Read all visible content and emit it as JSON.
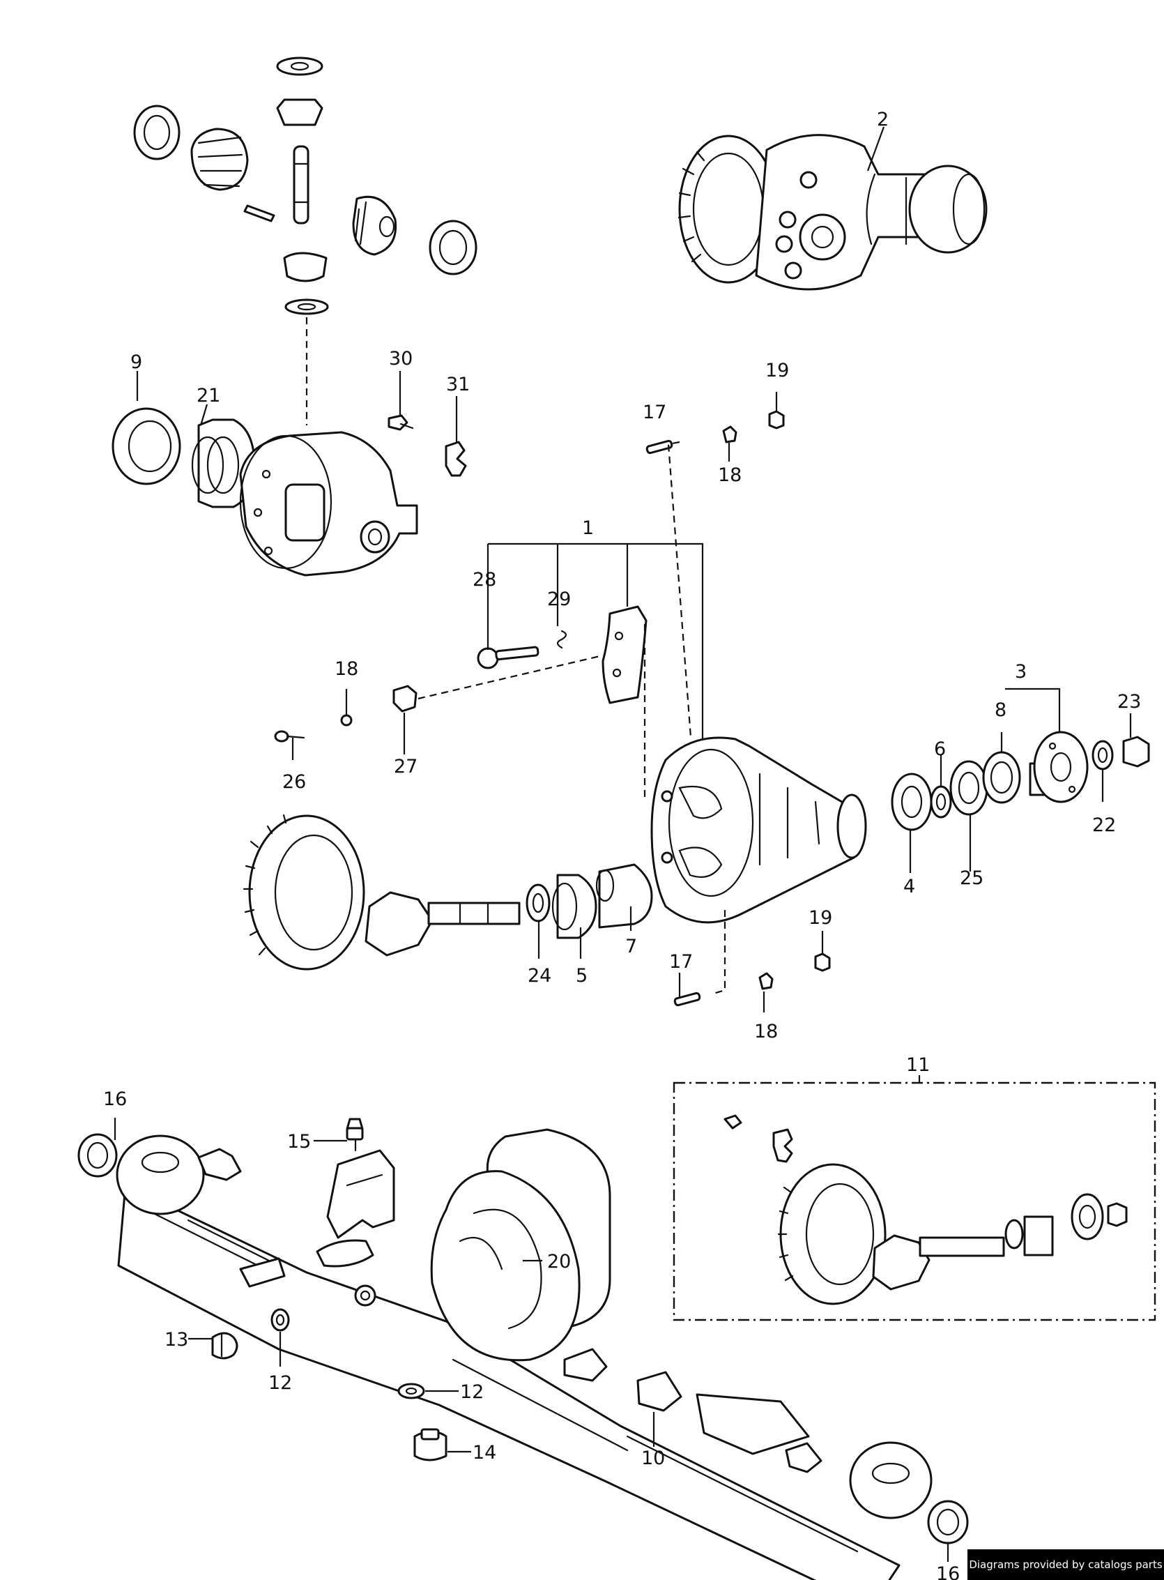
{
  "footer": {
    "credit": "Diagrams provided by catalogs parts"
  },
  "callouts": {
    "c1": "1",
    "c2": "2",
    "c3": "3",
    "c4": "4",
    "c5": "5",
    "c6": "6",
    "c7": "7",
    "c8": "8",
    "c9": "9",
    "c10": "10",
    "c11": "11",
    "c12a": "12",
    "c12b": "12",
    "c13": "13",
    "c14": "14",
    "c15": "15",
    "c16a": "16",
    "c16b": "16",
    "c17a": "17",
    "c17b": "17",
    "c18a": "18",
    "c18b": "18",
    "c18c": "18",
    "c19a": "19",
    "c19b": "19",
    "c20": "20",
    "c21": "21",
    "c22": "22",
    "c23": "23",
    "c24": "24",
    "c25": "25",
    "c26": "26",
    "c27": "27",
    "c28": "28",
    "c29": "29",
    "c30": "30",
    "c31": "31"
  }
}
